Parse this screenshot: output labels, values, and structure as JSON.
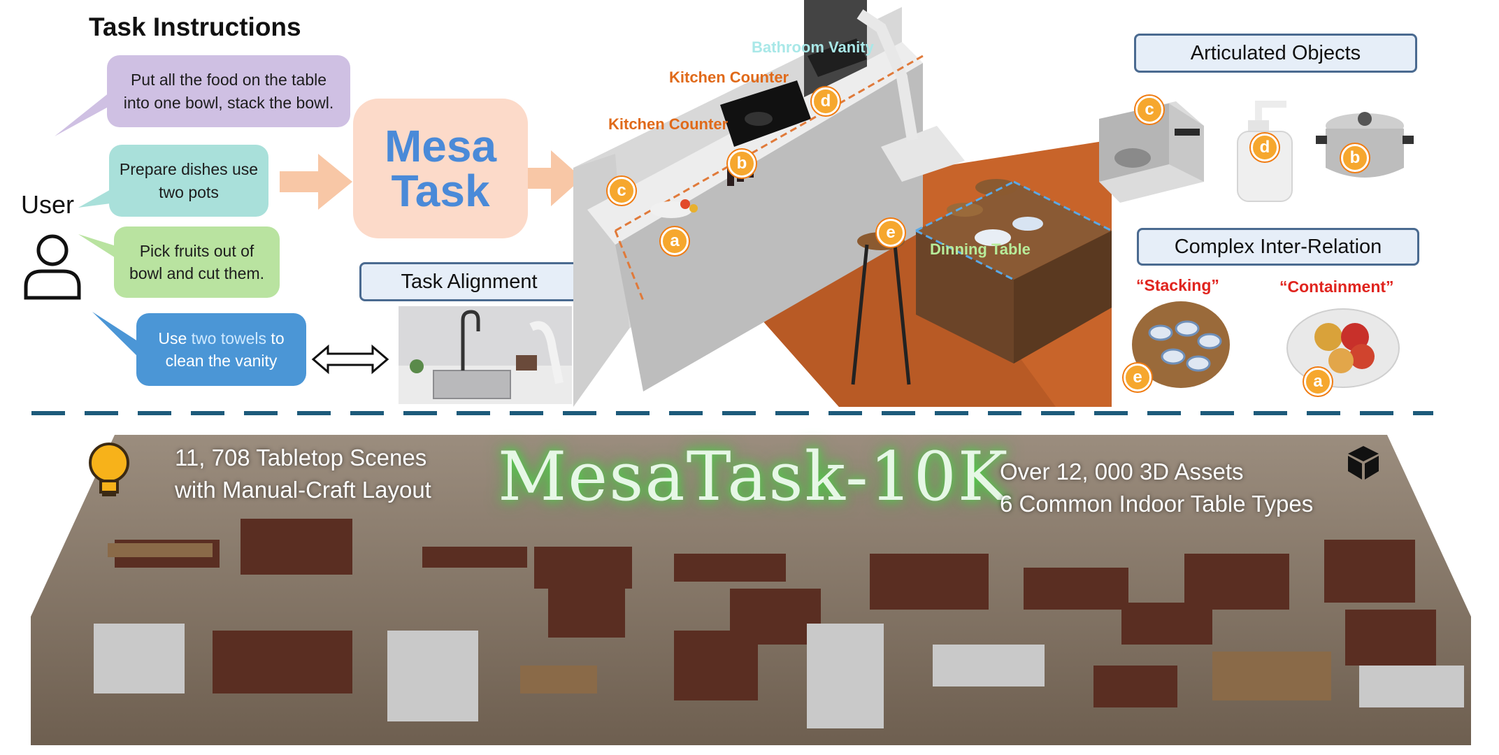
{
  "header": {
    "title": "Task Instructions"
  },
  "user": {
    "label": "User"
  },
  "instructions": [
    "Put all the food on the table into one bowl, stack the bowl.",
    "Prepare dishes use two pots",
    "Pick fruits out of bowl and cut them."
  ],
  "instruction4": {
    "prefix": "Use ",
    "highlight": "two towels",
    "suffix": " to clean the vanity"
  },
  "mesa_box": {
    "line1": "Mesa",
    "line2": "Task"
  },
  "task_alignment": {
    "label": "Task Alignment"
  },
  "scene_labels": {
    "bathroom_vanity": "Bathroom Vanity",
    "kitchen_counter_1": "Kitchen Counter",
    "kitchen_counter_2": "Kitchen Counter",
    "dinning_table": "Dinning Table"
  },
  "scene_badges": {
    "a": "a",
    "b": "b",
    "c": "c",
    "d": "d",
    "e": "e"
  },
  "articulated": {
    "title": "Articulated Objects",
    "badge_microwave": "c",
    "badge_bottle": "d",
    "badge_pot": "b"
  },
  "relation": {
    "title": "Complex Inter-Relation",
    "stacking": "“Stacking”",
    "containment": "“Containment”",
    "badge_stacking": "e",
    "badge_containment": "a"
  },
  "dataset": {
    "title": "MesaTask-10K",
    "left_line1": "11, 708 Tabletop Scenes",
    "left_line2": "with Manual-Craft Layout",
    "right_line1": "Over 12, 000 3D Assets",
    "right_line2": "6 Common Indoor Table Types"
  },
  "colors": {
    "accent_blue": "#4a8ad8",
    "badge_orange": "#f6a72e",
    "label_orange": "#e06a1a",
    "quote_red": "#e0241e",
    "glow_green": "#4fd24a"
  },
  "icons": [
    "user-icon",
    "lightbulb-icon",
    "cube-icon",
    "arrow-right-icon",
    "double-arrow-icon"
  ]
}
